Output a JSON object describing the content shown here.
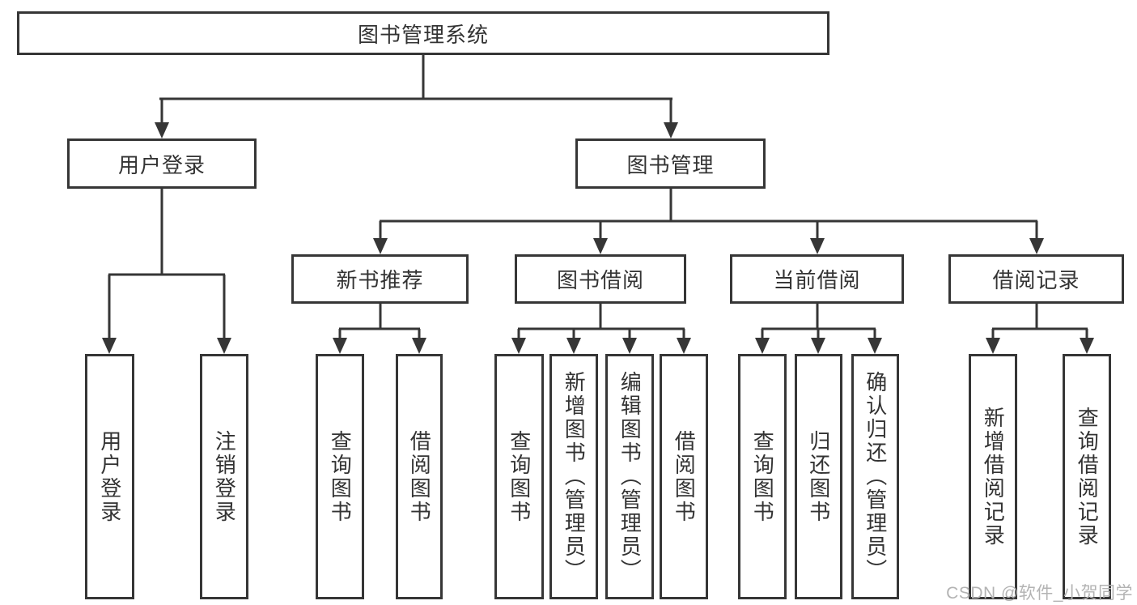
{
  "tree": {
    "root": {
      "label": "图书管理系统"
    },
    "branches": [
      {
        "label": "用户登录",
        "leaves": [
          {
            "label": "用户登录"
          },
          {
            "label": "注销登录"
          }
        ]
      },
      {
        "label": "图书管理",
        "groups": [
          {
            "label": "新书推荐",
            "leaves": [
              {
                "label": "查询图书"
              },
              {
                "label": "借阅图书"
              }
            ]
          },
          {
            "label": "图书借阅",
            "leaves": [
              {
                "label": "查询图书"
              },
              {
                "label": "新增图书（管理员）"
              },
              {
                "label": "编辑图书（管理员）"
              },
              {
                "label": "借阅图书"
              }
            ]
          },
          {
            "label": "当前借阅",
            "leaves": [
              {
                "label": "查询图书"
              },
              {
                "label": "归还图书"
              },
              {
                "label": "确认归还（管理员）"
              }
            ]
          },
          {
            "label": "借阅记录",
            "leaves": [
              {
                "label": "新增借阅记录"
              },
              {
                "label": "查询借阅记录"
              }
            ]
          }
        ]
      }
    ]
  },
  "watermark": {
    "text": "CSDN @软件_小贺同学"
  },
  "colors": {
    "line": "#363636",
    "text": "#333333",
    "background": "#ffffff",
    "watermark": "#b3b3b3"
  }
}
